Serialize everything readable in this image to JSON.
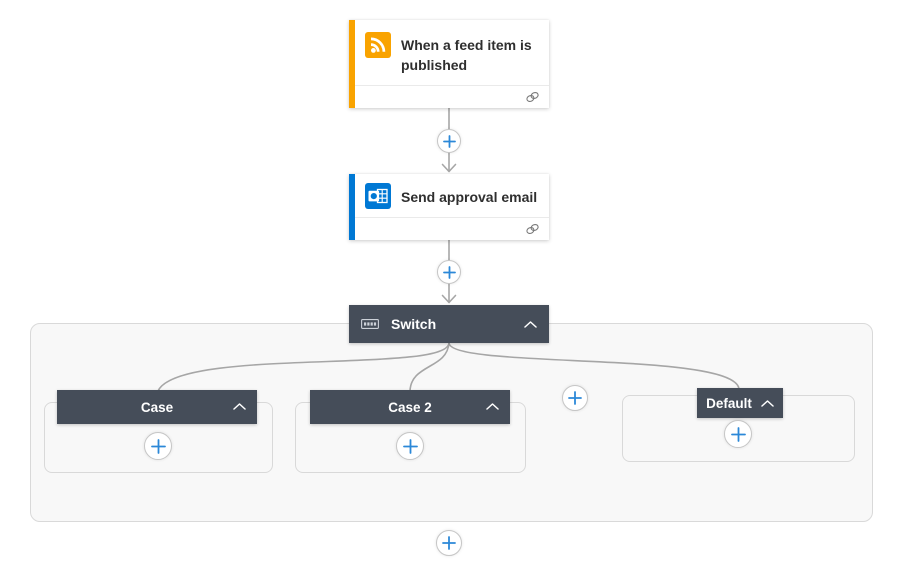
{
  "colors": {
    "orange": "#f9a300",
    "blue": "#0078d4",
    "dark": "#454d59",
    "plus": "#2b88d8",
    "connector": "#a6a6a6",
    "panel-border": "#d9d9d9",
    "panel-bg": "#f8f8f8"
  },
  "flow": {
    "trigger": {
      "label": "When a feed item is published",
      "icon": "rss-icon"
    },
    "action": {
      "label": "Send approval email",
      "icon": "outlook-icon"
    },
    "switch_step": {
      "label": "Switch",
      "icon": "switch-icon"
    },
    "branches": [
      {
        "label": "Case"
      },
      {
        "label": "Case 2"
      },
      {
        "label": "Default"
      }
    ]
  }
}
